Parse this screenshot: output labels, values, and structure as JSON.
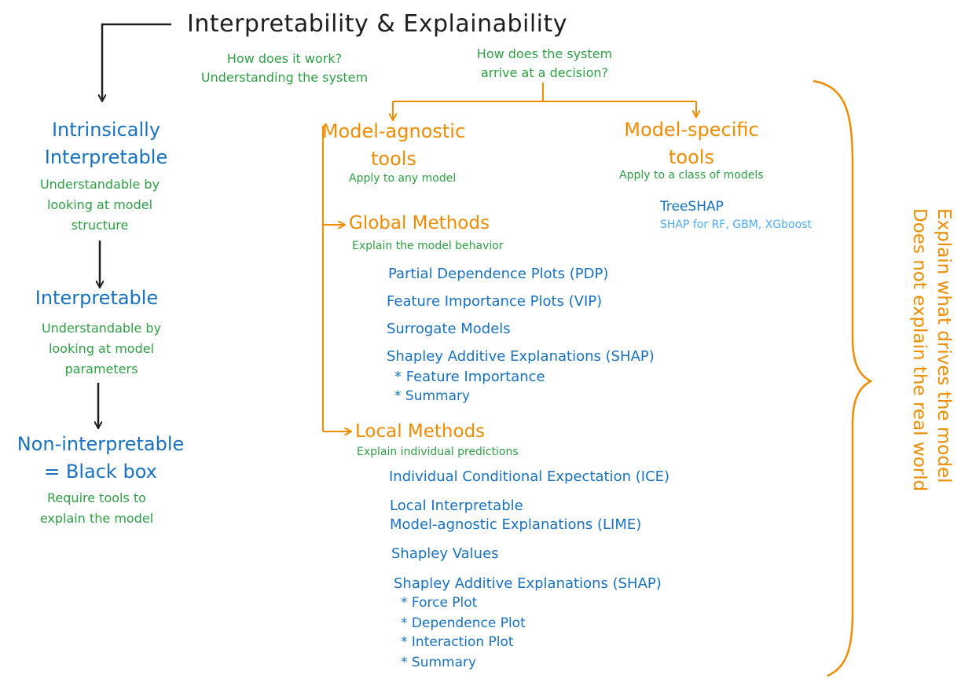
{
  "title": "Interpretability & Explainability",
  "subtitle_left": [
    "How does it work?",
    "Understanding the system"
  ],
  "subtitle_right": [
    "How does the system",
    "arrive at a decision?"
  ],
  "left_column": {
    "intrinsic": {
      "title": [
        "Intrinsically",
        "Interpretable"
      ],
      "desc": [
        "Understandable by",
        "looking at model",
        "structure"
      ]
    },
    "interpretable": {
      "title": "Interpretable",
      "desc": [
        "Understandable by",
        "looking at model",
        "parameters"
      ]
    },
    "blackbox": {
      "title": [
        "Non-interpretable",
        "= Black box"
      ],
      "desc": [
        "Require tools to",
        "explain the model"
      ]
    }
  },
  "agnostic": {
    "title": [
      "Model-agnostic",
      "tools"
    ],
    "desc": "Apply to any model"
  },
  "specific": {
    "title": [
      "Model-specific",
      "tools"
    ],
    "desc": "Apply to a class of models",
    "tool": "TreeSHAP",
    "tool_desc": "SHAP for RF, GBM, XGboost"
  },
  "global": {
    "title": "Global Methods",
    "desc": "Explain the model behavior",
    "items": [
      "Partial Dependence Plots (PDP)",
      "Feature Importance Plots (VIP)",
      "Surrogate Models",
      "Shapley Additive Explanations (SHAP)",
      "* Feature Importance",
      "* Summary"
    ]
  },
  "local": {
    "title": "Local Methods",
    "desc": "Explain individual predictions",
    "items": [
      "Individual Conditional Expectation (ICE)",
      "Local Interpretable",
      "Model-agnostic Explanations (LIME)",
      "Shapley Values",
      "Shapley Additive Explanations (SHAP)",
      "* Force Plot",
      "* Dependence Plot",
      "* Interaction Plot",
      "* Summary"
    ]
  },
  "brace_text": [
    "Explain what drives the model",
    "Does not explain the real world"
  ],
  "colors": {
    "green": "#2f9e44",
    "blue": "#1971c2",
    "orange": "#f08c00",
    "dark": "#1e1e1e"
  }
}
